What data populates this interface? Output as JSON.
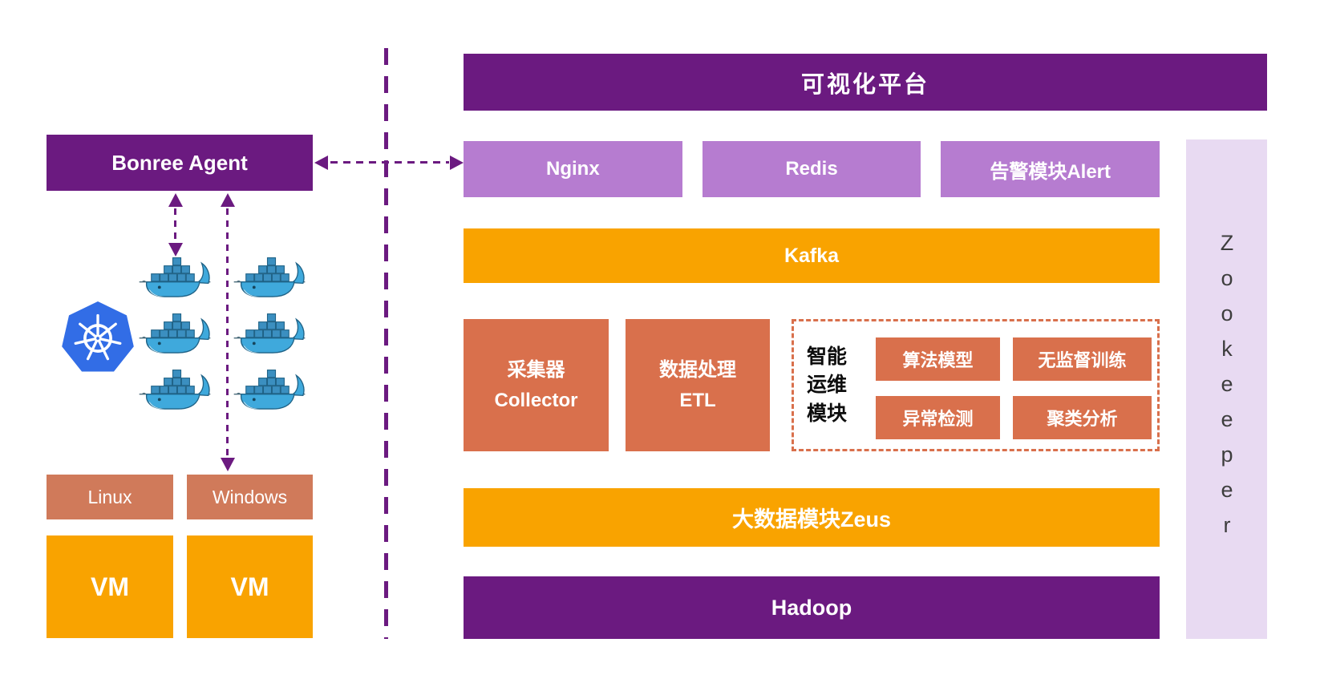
{
  "diagram": {
    "left": {
      "agent_label": "Bonree Agent",
      "os_labels": [
        "Linux",
        "Windows"
      ],
      "vm_labels": [
        "VM",
        "VM"
      ],
      "docker_icon_count": 6
    },
    "right": {
      "header_label": "可视化平台",
      "service_labels": [
        "Nginx",
        "Redis",
        "告警模块Alert"
      ],
      "kafka_label": "Kafka",
      "collector_lines": [
        "采集器",
        "Collector"
      ],
      "etl_lines": [
        "数据处理",
        "ETL"
      ],
      "aiops": {
        "label_lines": [
          "智能",
          "运维",
          "模块"
        ],
        "module_labels": [
          "算法模型",
          "无监督训练",
          "异常检测",
          "聚类分析"
        ]
      },
      "zeus_label": "大数据模块Zeus",
      "hadoop_label": "Hadoop",
      "zookeeper_label": "Zookeeper"
    },
    "colors": {
      "purple": "#6B1A80",
      "light_purple": "#B67CD0",
      "lavender": "#E8DAF2",
      "orange": "#F9A300",
      "terracotta": "#D9704C",
      "terracotta_light": "#D07A5A",
      "kubernetes_blue": "#326DE6",
      "docker_blue": "#3FA9DC"
    }
  }
}
